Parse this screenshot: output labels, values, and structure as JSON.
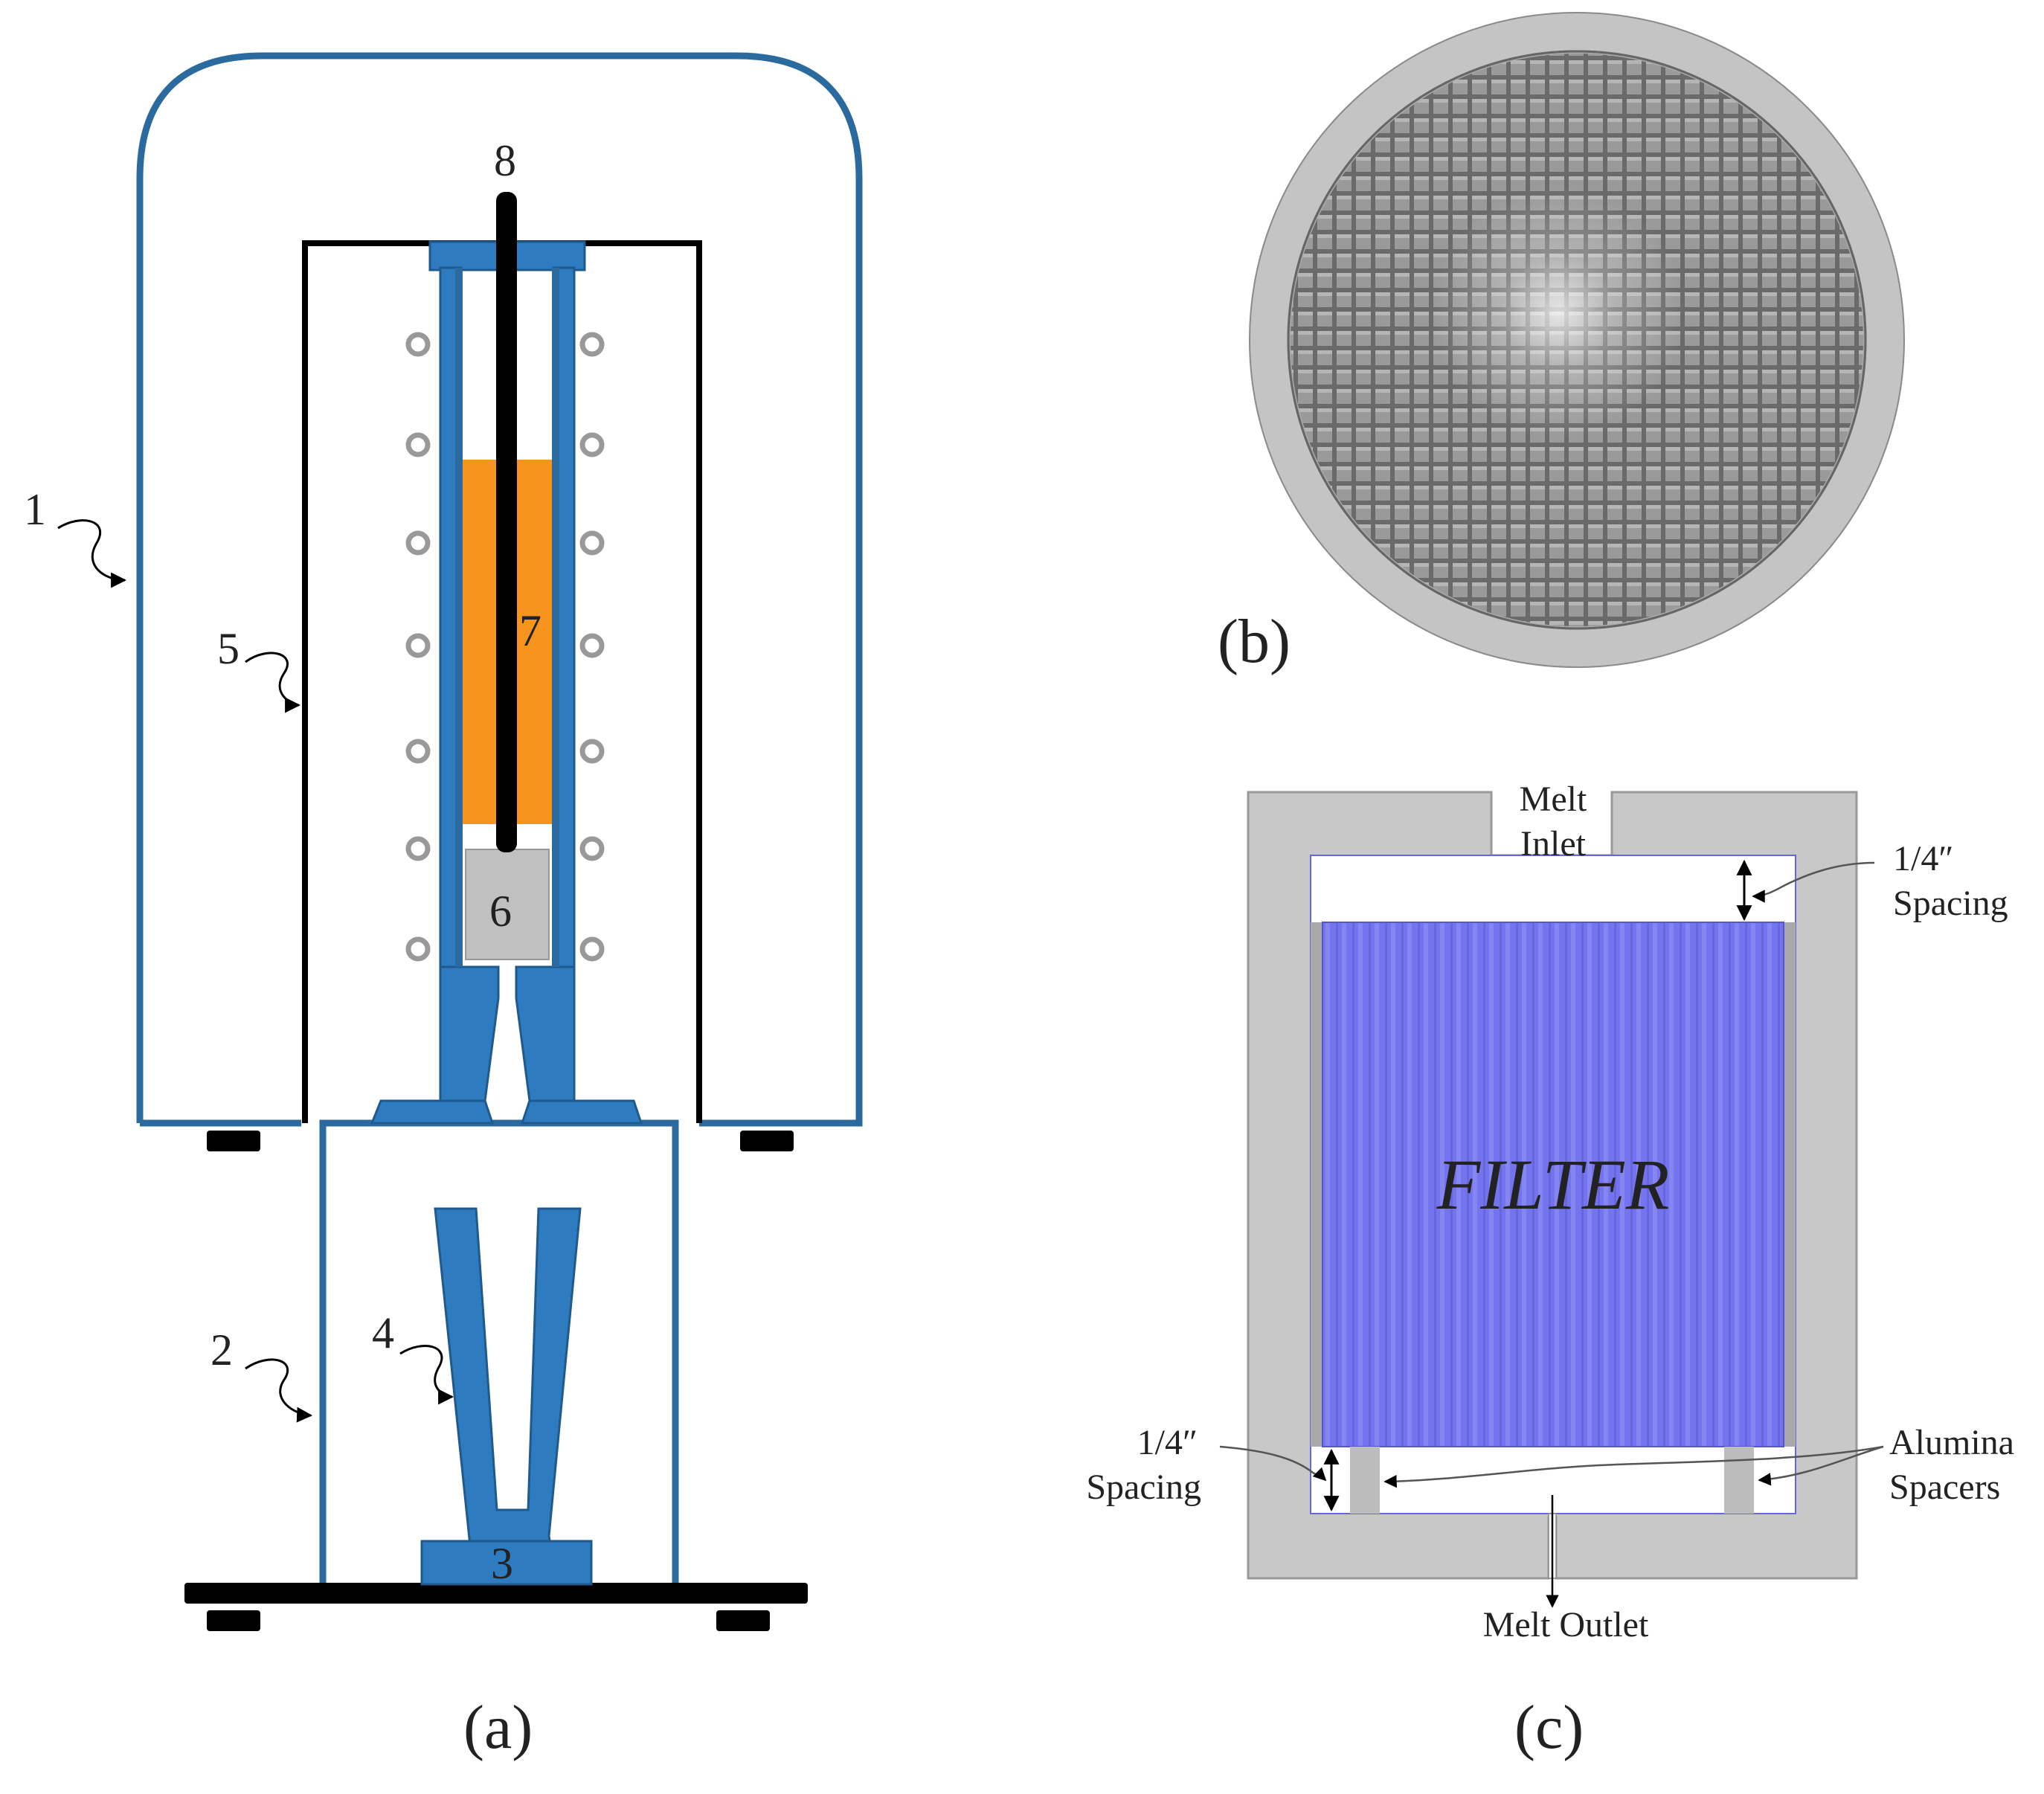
{
  "panels": {
    "a": {
      "caption": "(a)",
      "part_numbers": [
        "1",
        "2",
        "3",
        "4",
        "5",
        "6",
        "7",
        "8"
      ]
    },
    "b": {
      "caption": "(b)"
    },
    "c": {
      "caption": "(c)",
      "filter_label": "FILTER",
      "melt_inlet": [
        "Melt",
        "Inlet"
      ],
      "top_spacing": [
        "1/4″",
        "Spacing"
      ],
      "bottom_spacing": [
        "1/4″",
        "Spacing"
      ],
      "alumina_spacers": [
        "Alumina",
        "Spacers"
      ],
      "melt_outlet": "Melt Outlet"
    }
  },
  "colors": {
    "furnace_blue": "#2B6A9E",
    "crucible_blue": "#2E7BC0",
    "melt_orange": "#F7941D",
    "rod_black": "#000000",
    "filter_purple": "#7A7AEE",
    "housing_gray": "#C8C8C8",
    "plug_gray": "#C0C0C0"
  }
}
